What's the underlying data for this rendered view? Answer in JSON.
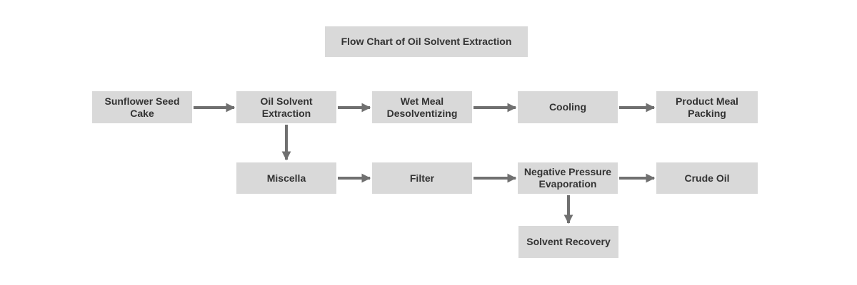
{
  "title": "Flow Chart of Oil Solvent Extraction",
  "nodes": {
    "sunflower_seed_cake": "Sunflower Seed\nCake",
    "oil_solvent_extraction": "Oil Solvent\nExtraction",
    "wet_meal_desolventizing": "Wet Meal\nDesolventizing",
    "cooling": "Cooling",
    "product_meal_packing": "Product Meal\nPacking",
    "miscella": "Miscella",
    "filter": "Filter",
    "negative_pressure_evaporation": "Negative Pressure\nEvaporation",
    "crude_oil": "Crude Oil",
    "solvent_recovery": "Solvent Recovery"
  },
  "colors": {
    "box_fill": "#d9d9d9",
    "text": "#333333",
    "arrow": "#707070"
  }
}
